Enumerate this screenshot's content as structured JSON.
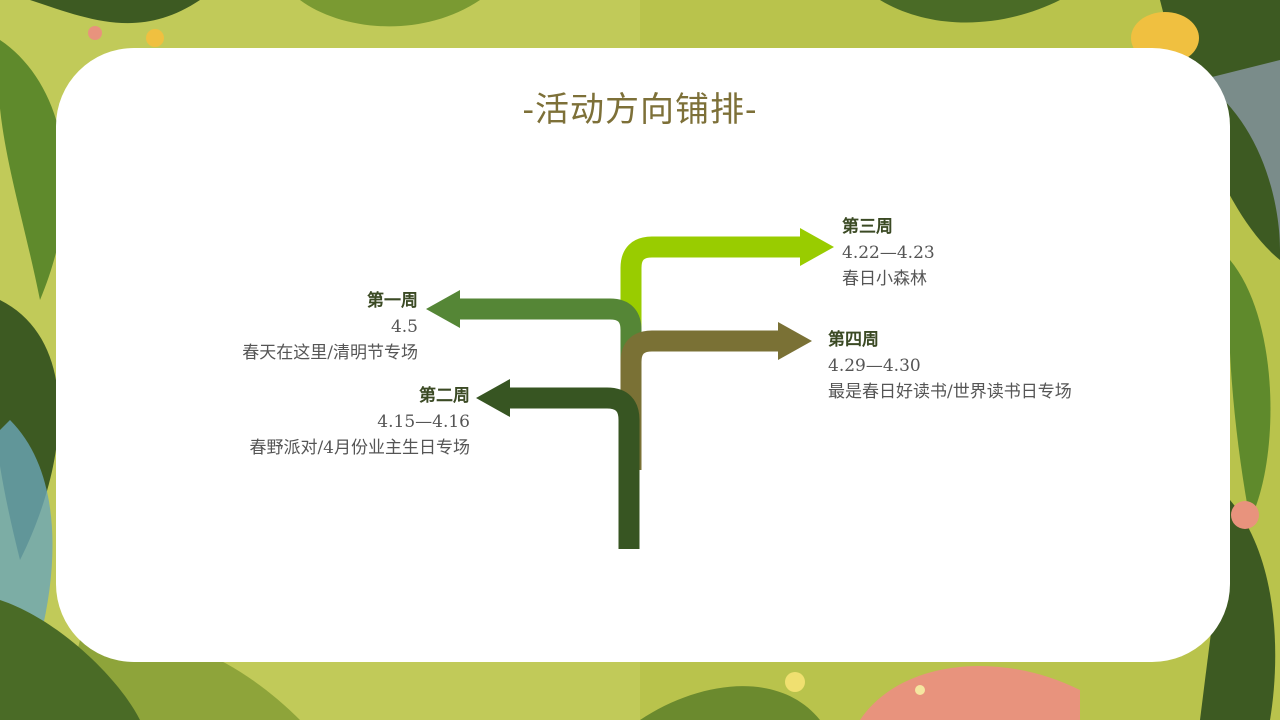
{
  "slide": {
    "title": "-活动方向铺排-"
  },
  "weeks": [
    {
      "name": "第一周",
      "date": "4.5",
      "theme": "春天在这里/清明节专场",
      "color": "#558636"
    },
    {
      "name": "第二周",
      "date": "4.15—4.16",
      "theme": "春野派对/4月份业主生日专场",
      "color": "#375522"
    },
    {
      "name": "第三周",
      "date": "4.22—4.23",
      "theme": "春日小森林",
      "color": "#99cc00"
    },
    {
      "name": "第四周",
      "date": "4.29—4.30",
      "theme": "最是春日好读书/世界读书日专场",
      "color": "#7a7135"
    }
  ],
  "background": {
    "dominant": "#b7c24a",
    "leaf_dark": "#3d5a22",
    "leaf_light": "#9cc545",
    "flower": "#e8937d"
  }
}
